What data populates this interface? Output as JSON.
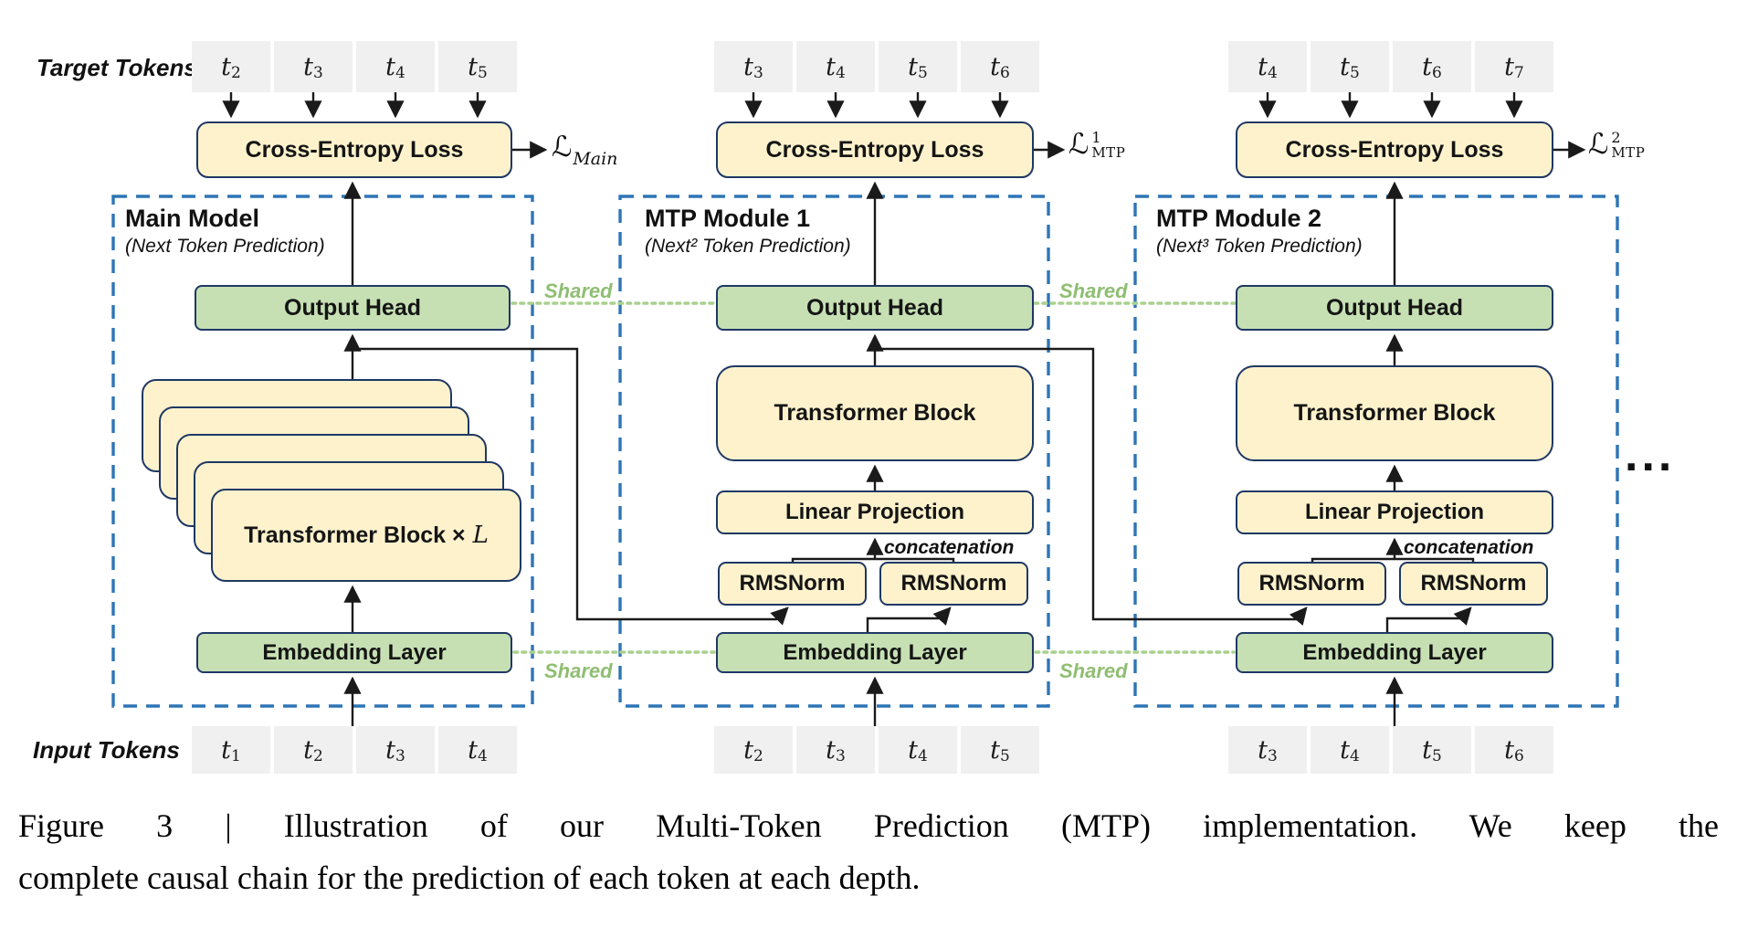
{
  "palette": {
    "box_yellow": "#FDF2CC",
    "box_green": "#C6E0B4",
    "box_border": "#1F3864",
    "token_gray": "#F0F0F0",
    "dashed_blue": "#2E75B6",
    "shared_green": "#8FBE72",
    "line_black": "#1A1A1A"
  },
  "labels": {
    "target_tokens": "Target Tokens",
    "input_tokens": "Input Tokens",
    "cross_entropy_loss": "Cross-Entropy Loss",
    "output_head": "Output Head",
    "transformer_block": "Transformer Block",
    "linear_projection": "Linear Projection",
    "rmsnorm": "RMSNorm",
    "embedding_layer": "Embedding Layer",
    "shared": "Shared",
    "concatenation": "concatenation",
    "ellipsis": "..."
  },
  "modules": [
    {
      "title": "Main Model",
      "subtitle": "(Next Token Prediction)",
      "loss": {
        "script": "ℒ",
        "sup": "",
        "sub": "Main"
      },
      "stack": {
        "label": "Transformer Block ×",
        "variable": "L"
      },
      "target_tokens": [
        {
          "base": "t",
          "sub": "2"
        },
        {
          "base": "t",
          "sub": "3"
        },
        {
          "base": "t",
          "sub": "4"
        },
        {
          "base": "t",
          "sub": "5"
        }
      ],
      "input_tokens": [
        {
          "base": "t",
          "sub": "1"
        },
        {
          "base": "t",
          "sub": "2"
        },
        {
          "base": "t",
          "sub": "3"
        },
        {
          "base": "t",
          "sub": "4"
        }
      ]
    },
    {
      "title": "MTP Module 1",
      "subtitle": "(Next² Token Prediction)",
      "loss": {
        "script": "ℒ",
        "sup": "1",
        "sub": "MTP"
      },
      "target_tokens": [
        {
          "base": "t",
          "sub": "3"
        },
        {
          "base": "t",
          "sub": "4"
        },
        {
          "base": "t",
          "sub": "5"
        },
        {
          "base": "t",
          "sub": "6"
        }
      ],
      "input_tokens": [
        {
          "base": "t",
          "sub": "2"
        },
        {
          "base": "t",
          "sub": "3"
        },
        {
          "base": "t",
          "sub": "4"
        },
        {
          "base": "t",
          "sub": "5"
        }
      ]
    },
    {
      "title": "MTP Module 2",
      "subtitle": "(Next³ Token Prediction)",
      "loss": {
        "script": "ℒ",
        "sup": "2",
        "sub": "MTP"
      },
      "target_tokens": [
        {
          "base": "t",
          "sub": "4"
        },
        {
          "base": "t",
          "sub": "5"
        },
        {
          "base": "t",
          "sub": "6"
        },
        {
          "base": "t",
          "sub": "7"
        }
      ],
      "input_tokens": [
        {
          "base": "t",
          "sub": "3"
        },
        {
          "base": "t",
          "sub": "4"
        },
        {
          "base": "t",
          "sub": "5"
        },
        {
          "base": "t",
          "sub": "6"
        }
      ]
    }
  ],
  "caption": {
    "line1": "Figure 3 | Illustration of our Multi-Token Prediction (MTP) implementation.  We keep the",
    "line2": "complete causal chain for the prediction of each token at each depth."
  }
}
